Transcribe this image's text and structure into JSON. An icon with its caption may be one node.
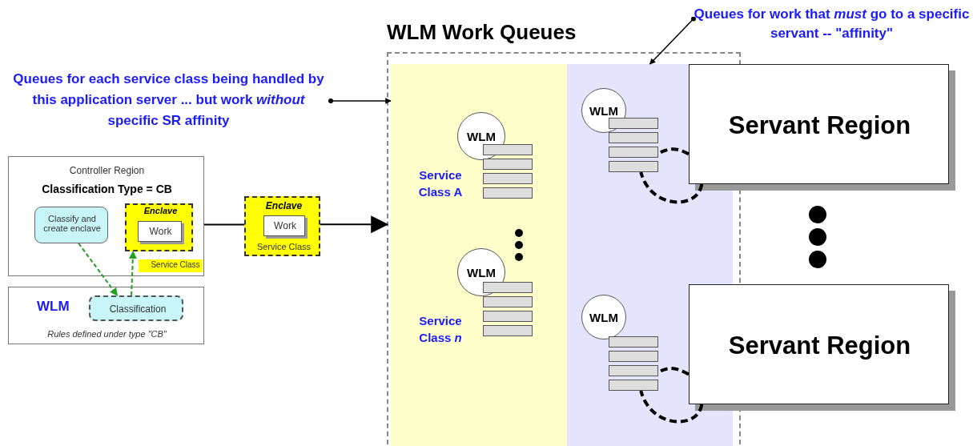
{
  "diagram": {
    "nodes": [
      {
        "text": [
          "Queues for each service class being handled by this application server ... but work *without* specific SR affinity"
        ]
      },
      {
        "text": [
          "Controller Region",
          "Classification Type = CB"
        ]
      },
      {
        "text": [
          "Classify and create enclave"
        ],
        "in": 1
      },
      {
        "text": [
          "Enclave"
        ],
        "in": 1
      },
      {
        "text": [
          "Work"
        ],
        "in": 3
      },
      {
        "text": [
          "Service Class"
        ],
        "in": 1
      },
      {
        "text": [
          "WLM",
          "Rules defined under type \"CB\""
        ]
      },
      {
        "text": [
          "Classification"
        ],
        "in": 6
      },
      {
        "text": [
          "Enclave",
          "Service Class"
        ]
      },
      {
        "text": [
          "Work"
        ],
        "in": 8
      },
      {
        "text": [
          "WLM Work Queues"
        ]
      },
      {
        "text": [],
        "shape": "box",
        "in": 10
      },
      {
        "text": [
          "WLM"
        ],
        "in": 11
      },
      {
        "text": [],
        "shape": "bar",
        "in": 11
      },
      {
        "text": [
          "WLM"
        ],
        "in": 11
      },
      {
        "text": [],
        "shape": "bar",
        "in": 11
      },
      {
        "text": [],
        "shape": "box",
        "in": 10
      },
      {
        "text": [
          "WLM"
        ],
        "in": 16
      },
      {
        "text": [],
        "shape": "bar",
        "in": 16
      },
      {
        "text": [
          "WLM"
        ],
        "in": 16
      },
      {
        "text": [],
        "shape": "bar",
        "in": 16
      },
      {
        "text": [
          "Servant Region"
        ]
      },
      {
        "text": [
          "Servant Region"
        ]
      },
      {
        "text": [
          "Queues for work that *must* go to a specific servant -- \"affinity\""
        ]
      }
    ],
    "edges": [
      {
        "from": 0,
        "to": 11,
        "arrow": "to"
      },
      {
        "from": 2,
        "to": 7,
        "arrow": "to",
        "style": "dashed",
        "color": "#22a022"
      },
      {
        "from": 7,
        "to": 3,
        "arrow": "to",
        "style": "dashed",
        "color": "#22a022"
      },
      {
        "from": 1,
        "to": 8,
        "arrow": "none"
      },
      {
        "from": 8,
        "to": 10,
        "arrow": "to"
      },
      {
        "from": 23,
        "to": 16,
        "arrow": "to"
      },
      {
        "from": 21,
        "to": 18,
        "arrow": "none",
        "style": "dashed"
      },
      {
        "from": 21,
        "to": 18,
        "arrow": "none",
        "style": "dashed"
      },
      {
        "from": 22,
        "to": 20,
        "arrow": "none",
        "style": "dashed"
      },
      {
        "from": 22,
        "to": 20,
        "arrow": "none",
        "style": "dashed"
      }
    ],
    "labels": [
      "Service Class A",
      "Service Class *n*"
    ]
  }
}
